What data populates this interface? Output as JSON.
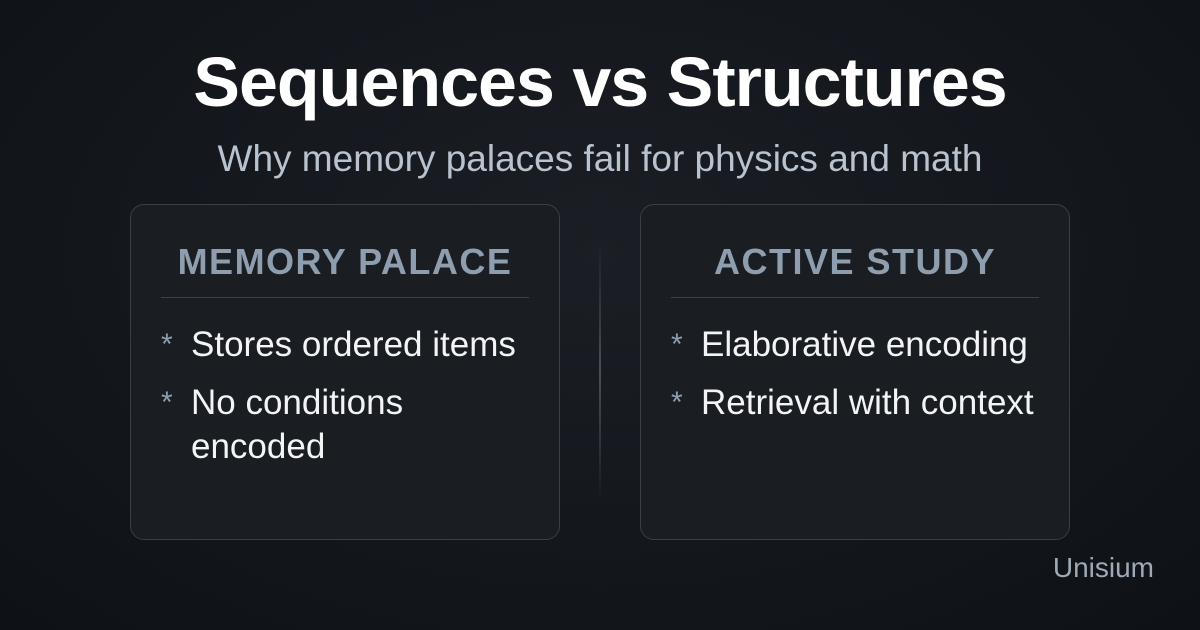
{
  "title": "Sequences vs Structures",
  "subtitle": "Why memory palaces fail for physics and math",
  "cards": [
    {
      "heading": "MEMORY PALACE",
      "bullet": "*",
      "items": [
        "Stores ordered items",
        "No conditions encoded"
      ]
    },
    {
      "heading": "ACTIVE STUDY",
      "bullet": "*",
      "items": [
        "Elaborative encoding",
        "Retrieval with context"
      ]
    }
  ],
  "brand": "Unisium"
}
